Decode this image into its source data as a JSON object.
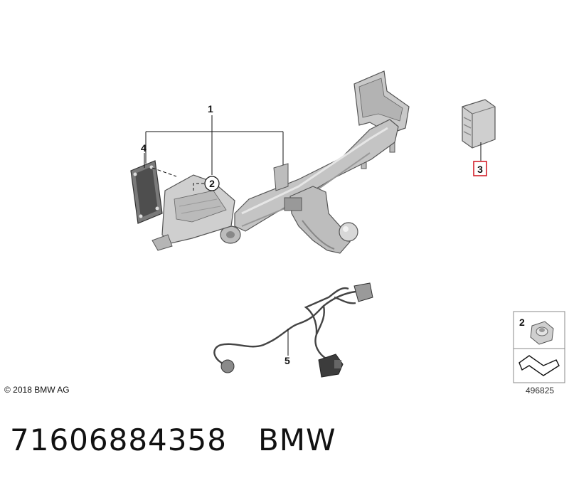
{
  "callouts": {
    "c1": "1",
    "c2": "2",
    "c3": "3",
    "c4": "4",
    "c5": "5"
  },
  "legend": {
    "item_number": "2"
  },
  "copyright": "© 2018 BMW AG",
  "diagram_id": "496825",
  "footer": {
    "part_number": "71606884358",
    "brand": "BMW"
  },
  "colors": {
    "highlight": "#d21f2a",
    "part_fill": "#c9c9c9",
    "part_dark": "#8e8e8e",
    "outline": "#555555",
    "legend_border": "#888888"
  }
}
